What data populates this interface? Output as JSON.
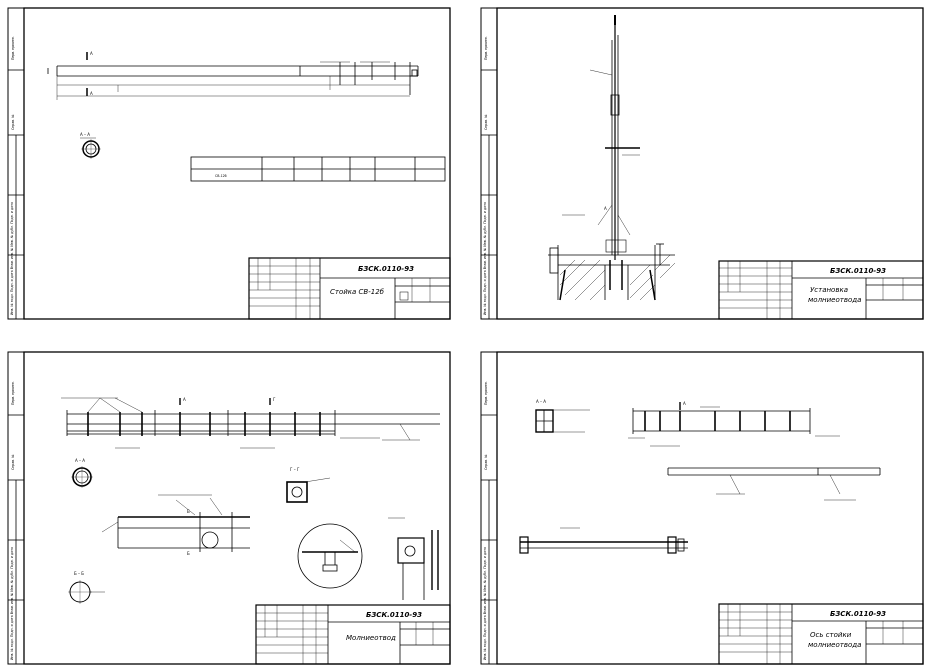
{
  "sheets": [
    {
      "id": "sheet-1",
      "doc_code": "БЗСК.0110-93",
      "title": "Стойка СВ-12б",
      "section_label": "А – А",
      "cut_mark": "А",
      "spec_table": {
        "headers": [
          "",
          "",
          "",
          "",
          "",
          ""
        ],
        "rows": [
          [
            "СВ-12б",
            "",
            "",
            "",
            "",
            ""
          ]
        ]
      }
    },
    {
      "id": "sheet-2",
      "doc_code": "БЗСК.0110-93",
      "title_lines": [
        "Установка",
        "молниеотвода"
      ],
      "cut_mark": "А"
    },
    {
      "id": "sheet-3",
      "doc_code": "БЗСК.0110-93",
      "title": "Молниеотвод",
      "section_labels": [
        "А – А",
        "Б – Б",
        "Г – Г"
      ],
      "cut_marks": [
        "А",
        "Б",
        "Г"
      ]
    },
    {
      "id": "sheet-4",
      "doc_code": "БЗСК.0110-93",
      "title_lines": [
        "Ось стойки",
        "молниеотвода"
      ],
      "section_label": "А – А",
      "cut_mark": "А"
    }
  ],
  "colors": {
    "line": "#000000",
    "paper": "#ffffff"
  }
}
